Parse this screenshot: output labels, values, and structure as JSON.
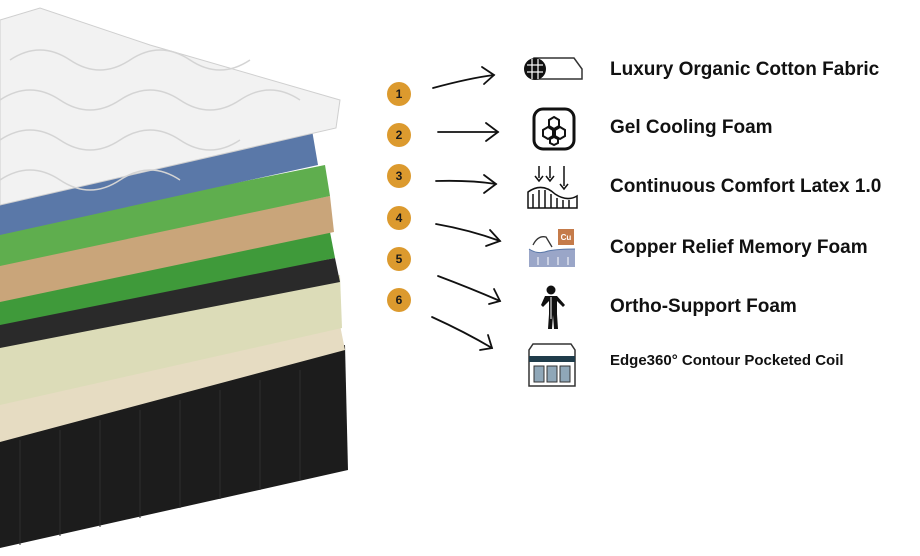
{
  "layers": [
    {
      "number": "1",
      "label": "Luxury Organic Cotton Fabric",
      "icon": "fabric-icon"
    },
    {
      "number": "2",
      "label": "Gel Cooling Foam",
      "icon": "gel-honeycomb-icon"
    },
    {
      "number": "3",
      "label": "Continuous Comfort Latex 1.0",
      "icon": "latex-pressure-icon"
    },
    {
      "number": "4",
      "label": "Copper Relief Memory Foam",
      "icon": "copper-foam-icon"
    },
    {
      "number": "5",
      "label": "Ortho-Support Foam",
      "icon": "body-support-icon"
    },
    {
      "number": "6",
      "label": "Edge360° Contour Pocketed Coil",
      "icon": "pocketed-coil-icon"
    }
  ],
  "copper_icon_text": "Cu",
  "colors": {
    "badge": "#dc9a2e",
    "blue_layer": "#5a78a8",
    "green_layer": "#5fae4e",
    "tan_layer": "#c9a57a",
    "cream_layer": "#dcdcb8",
    "base": "#1c1c1c"
  }
}
